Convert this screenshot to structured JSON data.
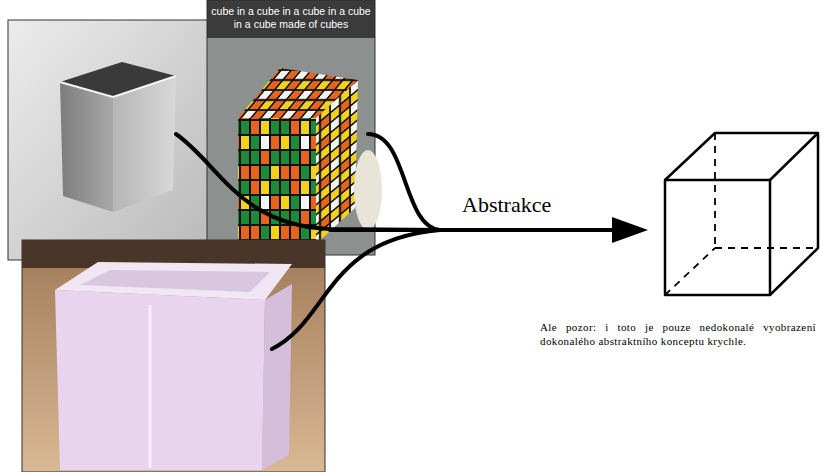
{
  "diagram": {
    "labels": [
      "cube in a cube in a cube in a cube  in a cube made of cubes",
      "Abstrakce",
      "Ale pozor: i toto je pouze nedokonalé vyobrazení dokonalého abstraktního konceptu krychle."
    ]
  }
}
